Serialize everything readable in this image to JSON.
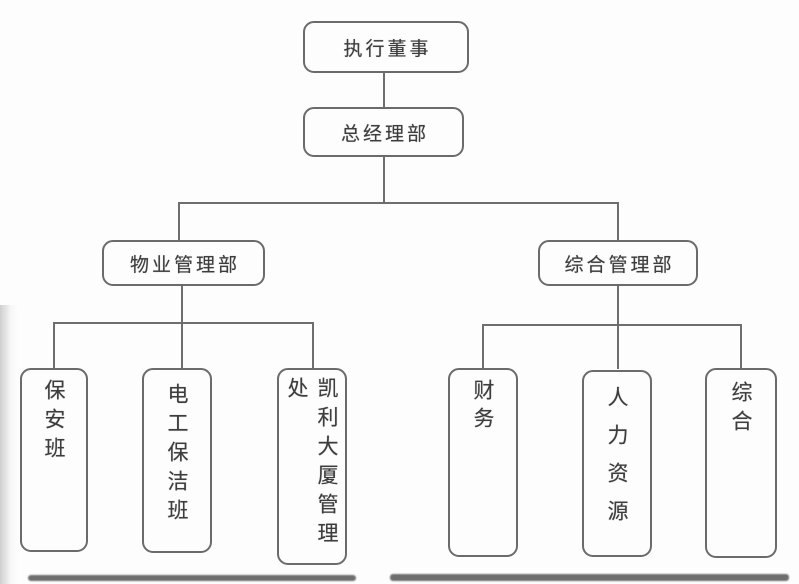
{
  "page": {
    "background_color": "#fdfdfd",
    "line_color": "#6e6e6e",
    "box_border_color": "#6b6b6b",
    "text_color": "#3d3d3d"
  },
  "org_chart": {
    "type": "org-chart",
    "nodes": {
      "executive_director": {
        "label": "执行董事"
      },
      "general_manager_dept": {
        "label": "总经理部"
      },
      "property_management_dept": {
        "label": "物业管理部"
      },
      "comprehensive_management_dept": {
        "label": "综合管理部"
      },
      "security_team": {
        "label": "保安班"
      },
      "electrician_cleaning_team": {
        "label": "电工保洁班"
      },
      "kaili_building_management_office": {
        "label": "凯利大厦管理处"
      },
      "finance": {
        "label": "财务"
      },
      "human_resources": {
        "label": "人力资源"
      },
      "general_affairs": {
        "label": "综合"
      }
    },
    "hierarchy": {
      "执行董事": {
        "总经理部": {
          "物业管理部": [
            "保安班",
            "电工保洁班",
            "凯利大厦管理处"
          ],
          "综合管理部": [
            "财务",
            "人力资源",
            "综合"
          ]
        }
      }
    }
  }
}
